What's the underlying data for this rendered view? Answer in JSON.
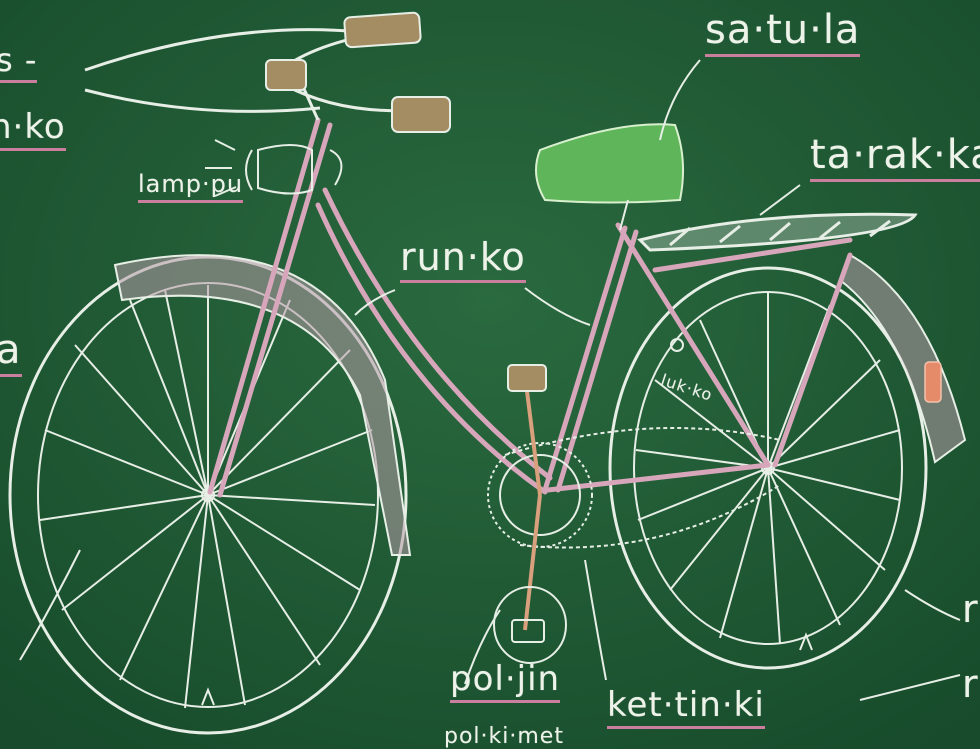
{
  "board": {
    "background_color": "#1f5a34",
    "chalk_color": "#eef3ea",
    "pink_chalk": "#c97f9d",
    "seat_color": "#5fb55a",
    "handle_color": "#a48d63"
  },
  "labels": {
    "satula": "sa·tu·la",
    "tarakka": "ta·rak·ka",
    "runko": "run·ko",
    "lamppu": "lamp·pu",
    "lukko": "luk·ko",
    "poljin": "pol·jin",
    "kettinki": "ket·tin·ki",
    "polkimet": "pol·ki·met",
    "left_top_fragment": "s -",
    "left_middle_fragment": "n·ko",
    "left_lower_fragment": "a",
    "right_lower_fragment_1": "r",
    "right_lower_fragment_2": "r"
  }
}
